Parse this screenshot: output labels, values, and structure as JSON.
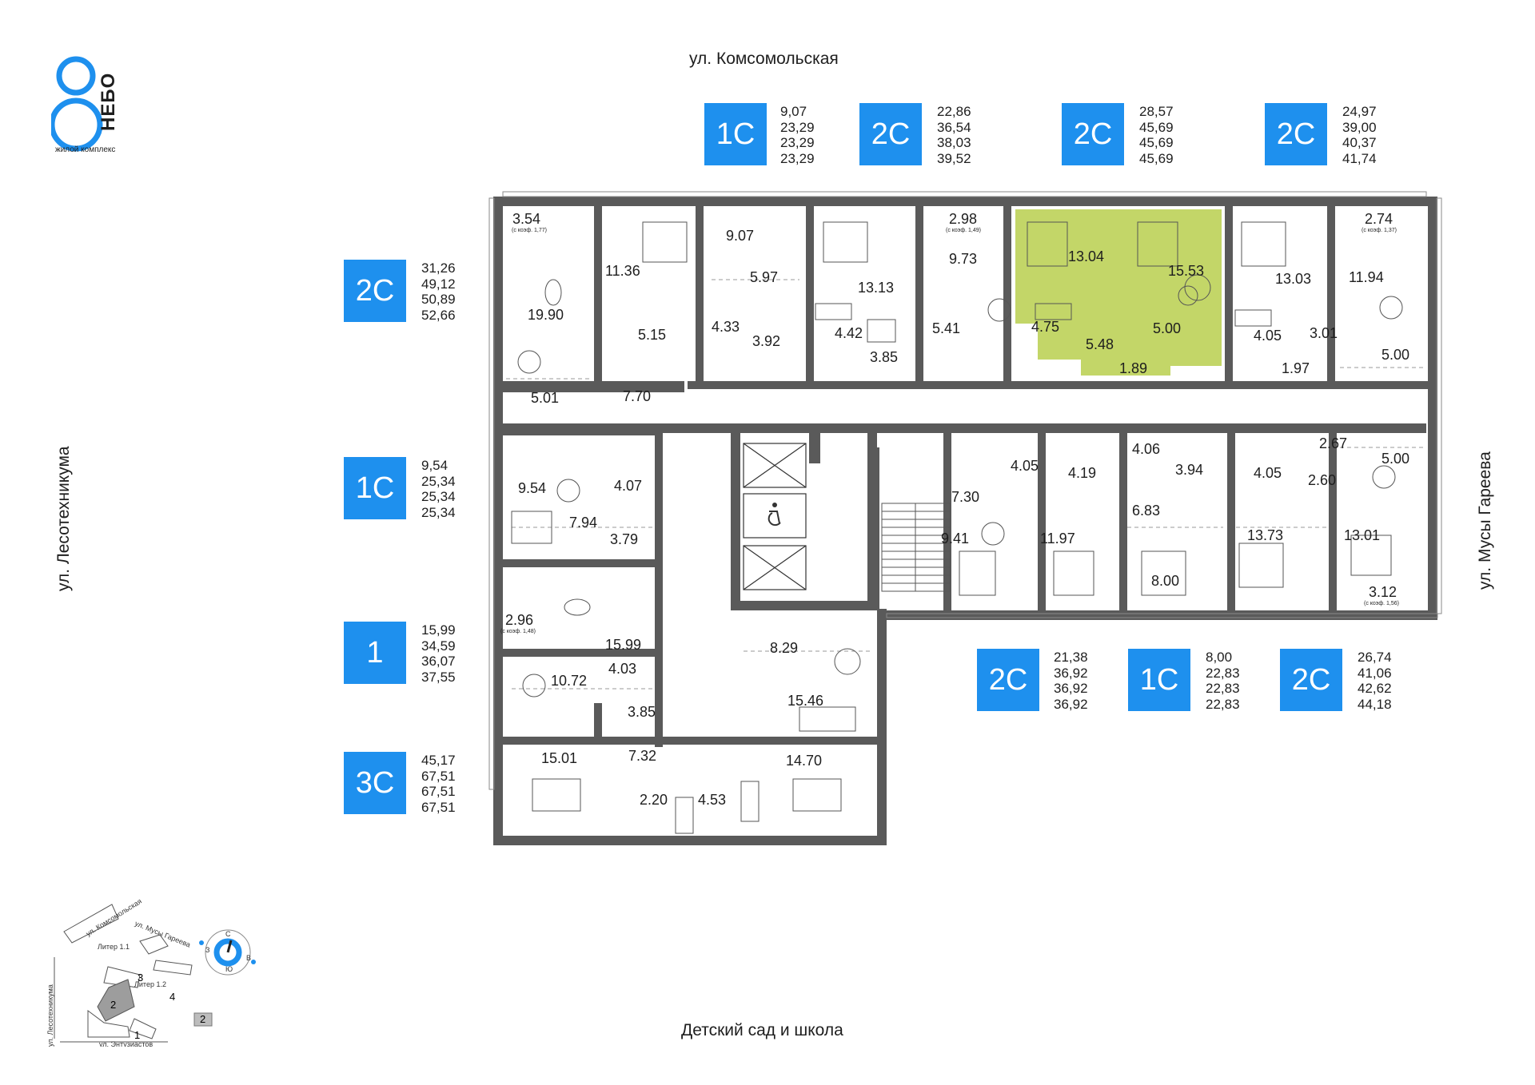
{
  "logo": {
    "title": "НЕБО",
    "subtitle": "жилой комплекс"
  },
  "streets": {
    "top": "ул. Комсомольская",
    "bottom": "Детский сад и школа",
    "left": "ул. Лесотехникума",
    "right": "ул. Мусы Гареева"
  },
  "units": [
    {
      "type": "1С",
      "areas": [
        "9,07",
        "23,29",
        "23,29",
        "23,29"
      ]
    },
    {
      "type": "2С",
      "areas": [
        "22,86",
        "36,54",
        "38,03",
        "39,52"
      ]
    },
    {
      "type": "2С",
      "areas": [
        "28,57",
        "45,69",
        "45,69",
        "45,69"
      ]
    },
    {
      "type": "2С",
      "areas": [
        "24,97",
        "39,00",
        "40,37",
        "41,74"
      ]
    },
    {
      "type": "2С",
      "areas": [
        "31,26",
        "49,12",
        "50,89",
        "52,66"
      ]
    },
    {
      "type": "1С",
      "areas": [
        "9,54",
        "25,34",
        "25,34",
        "25,34"
      ]
    },
    {
      "type": "1",
      "areas": [
        "15,99",
        "34,59",
        "36,07",
        "37,55"
      ]
    },
    {
      "type": "3С",
      "areas": [
        "45,17",
        "67,51",
        "67,51",
        "67,51"
      ]
    },
    {
      "type": "2С",
      "areas": [
        "21,38",
        "36,92",
        "36,92",
        "36,92"
      ]
    },
    {
      "type": "1С",
      "areas": [
        "8,00",
        "22,83",
        "22,83",
        "22,83"
      ]
    },
    {
      "type": "2С",
      "areas": [
        "26,74",
        "41,06",
        "42,62",
        "44,18"
      ]
    }
  ],
  "rooms": [
    "3.54",
    "11.36",
    "9.07",
    "5.97",
    "13.13",
    "2.98",
    "9.73",
    "13.04",
    "15.53",
    "13.03",
    "2.74",
    "11.94",
    "19.90",
    "5.15",
    "4.33",
    "3.92",
    "4.42",
    "5.41",
    "4.75",
    "5.00",
    "4.05",
    "3.01",
    "5.48",
    "1.89",
    "3.85",
    "1.97",
    "5.00",
    "5.01",
    "7.70",
    "2.67",
    "5.00",
    "9.54",
    "4.07",
    "7.30",
    "4.05",
    "4.19",
    "4.06",
    "3.94",
    "4.05",
    "7.94",
    "3.79",
    "6.83",
    "2.60",
    "9.41",
    "11.97",
    "13.73",
    "13.01",
    "8.00",
    "3.12",
    "2.96",
    "15.99",
    "8.29",
    "10.72",
    "4.03",
    "15.46",
    "3.85",
    "7.32",
    "15.01",
    "14.70",
    "2.20",
    "4.53"
  ],
  "room_notes": {
    "n354": "(с коэф. 1,77)",
    "n298": "(с коэф. 1,49)",
    "n274": "(с коэф. 1,37)",
    "n296": "(с коэф. 1,48)",
    "n312": "(с коэф. 1,56)"
  },
  "keymap": {
    "streets": [
      "ул. Комсомольская",
      "ул. Мусы Гареева",
      "ул. Лесотехникума",
      "ул. Энтузиастов"
    ],
    "liters": [
      "Литер 1.1",
      "Литер 1.2"
    ],
    "sections": [
      "1",
      "2",
      "3",
      "4"
    ],
    "compass": {
      "north": "С",
      "south": "Ю",
      "west": "З",
      "east": "В"
    },
    "current_section": "2"
  },
  "colors": {
    "badge": "#1e90ee",
    "highlight": "#b8cf4e",
    "wall": "#5a5a5a"
  }
}
